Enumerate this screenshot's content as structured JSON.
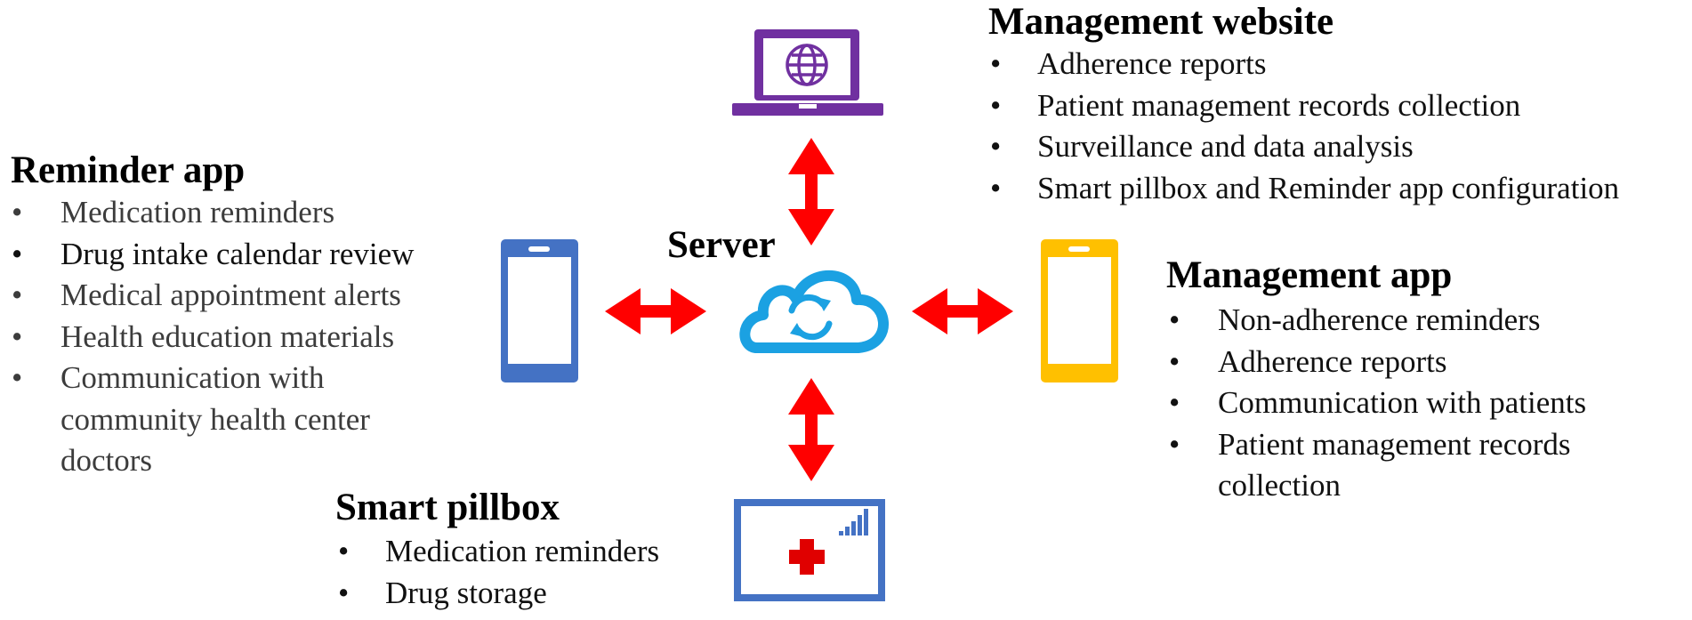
{
  "management_website": {
    "title": "Management website",
    "items": [
      "Adherence reports",
      "Patient management records collection",
      "Surveillance and data analysis",
      "Smart pillbox and Reminder app configuration"
    ]
  },
  "reminder_app": {
    "title": "Reminder app",
    "items": [
      "Medication reminders",
      "Drug intake calendar review",
      "Medical appointment alerts",
      "Health education materials",
      "Communication with community health center doctors"
    ]
  },
  "server": {
    "label": "Server"
  },
  "management_app": {
    "title": "Management app",
    "items": [
      "Non-adherence reminders",
      "Adherence reports",
      "Communication with patients",
      "Patient management records collection"
    ]
  },
  "smart_pillbox": {
    "title": "Smart pillbox",
    "items": [
      "Medication reminders",
      "Drug storage"
    ]
  },
  "colors": {
    "laptop": "#7030a0",
    "reminder_phone": "#4472c4",
    "management_phone": "#ffc000",
    "cloud": "#1ba1e2",
    "arrow": "#ff0000",
    "pillbox": "#4472c4",
    "cross": "#e00000"
  },
  "icons": {
    "laptop": "laptop-globe-icon",
    "cloud": "cloud-sync-icon",
    "reminder_phone": "smartphone-icon",
    "management_phone": "smartphone-icon",
    "pillbox": "pillbox-icon",
    "cross": "medical-cross-icon",
    "signal": "signal-bars-icon"
  }
}
